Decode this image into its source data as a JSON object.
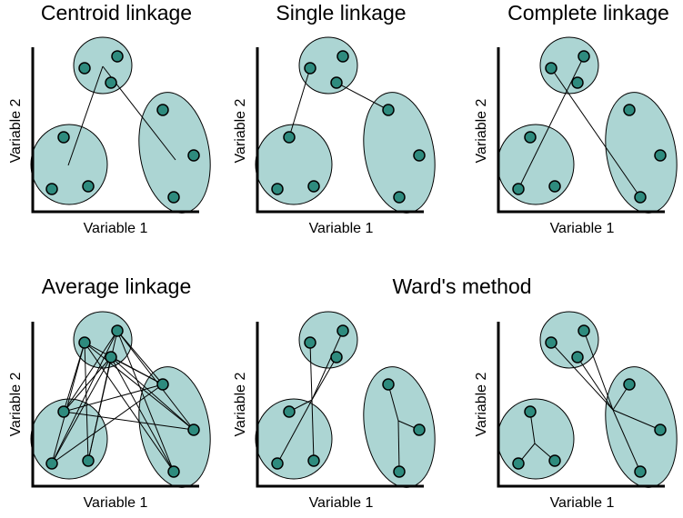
{
  "colors": {
    "cluster_fill": "#acd5d3",
    "point_fill": "#2e8b7e",
    "stroke": "#000000"
  },
  "axis_labels": {
    "x": "Variable 1",
    "y": "Variable 2"
  },
  "section_titles": {
    "centroid": "Centroid linkage",
    "single": "Single linkage",
    "complete": "Complete linkage",
    "average": "Average linkage",
    "ward": "Ward's method"
  }
}
